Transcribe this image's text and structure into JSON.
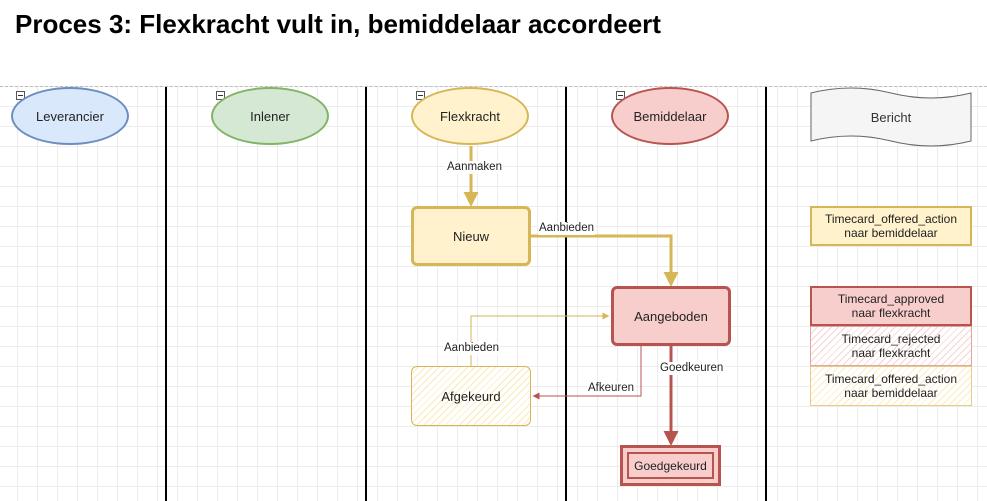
{
  "title": "Proces 3: Flexkracht vult in, bemiddelaar accordeert",
  "lanes": [
    {
      "label": "Leverancier"
    },
    {
      "label": "Inlener"
    },
    {
      "label": "Flexkracht"
    },
    {
      "label": "Bemiddelaar"
    }
  ],
  "bericht_label": "Bericht",
  "states": {
    "nieuw": "Nieuw",
    "aangeboden": "Aangeboden",
    "afgekeurd": "Afgekeurd",
    "goedgekeurd": "Goedgekeurd"
  },
  "edges": {
    "aanmaken": "Aanmaken",
    "aanbieden_1": "Aanbieden",
    "aanbieden_2": "Aanbieden",
    "afkeuren": "Afkeuren",
    "goedkeuren": "Goedkeuren"
  },
  "messages": [
    {
      "line1": "Timecard_offered_action",
      "line2": "naar bemiddelaar"
    },
    {
      "line1": "Timecard_approved",
      "line2": "naar flexkracht"
    },
    {
      "line1": "Timecard_rejected",
      "line2": "naar flexkracht"
    },
    {
      "line1": "Timecard_offered_action",
      "line2": "naar bemiddelaar"
    }
  ],
  "colors": {
    "leverancier_fill": "#dae8fc",
    "leverancier_stroke": "#6c8ebf",
    "inlener_fill": "#d5e8d4",
    "inlener_stroke": "#82b366",
    "flexkracht_fill": "#fff2cc",
    "flexkracht_stroke": "#d6b656",
    "bemiddelaar_fill": "#f8cecc",
    "bemiddelaar_stroke": "#b85450",
    "bericht_fill": "#f5f5f5",
    "bericht_stroke": "#666666"
  }
}
